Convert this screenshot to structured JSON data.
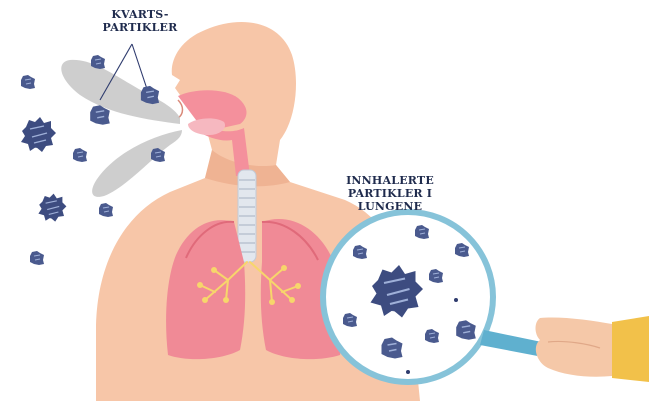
{
  "labels": {
    "quartz_line1": "KVARTS-",
    "quartz_line2": "PARTIKLER",
    "inhaled_line1": "INNHALERTE",
    "inhaled_line2": "PARTIKLER I",
    "inhaled_line3": "LUNGENE"
  },
  "colors": {
    "skin": "#f7c6a8",
    "skin_shadow": "#efb393",
    "lung": "#f08a96",
    "lung_dark": "#e06a7a",
    "airway": "#f4909c",
    "trachea": "#e2e7ee",
    "particle": "#4a5a8e",
    "particle_dark": "#2f3c6e",
    "breath": "#c9c9c9",
    "magnifier_ring": "#86c3d9",
    "handle": "#5fb0cf",
    "sleeve": "#f2c14a",
    "hand": "#f5c8a8",
    "label_text": "#1f2b4d"
  },
  "icons": [
    "particle-icon",
    "magnifier-icon",
    "hand-icon",
    "lungs-icon"
  ]
}
